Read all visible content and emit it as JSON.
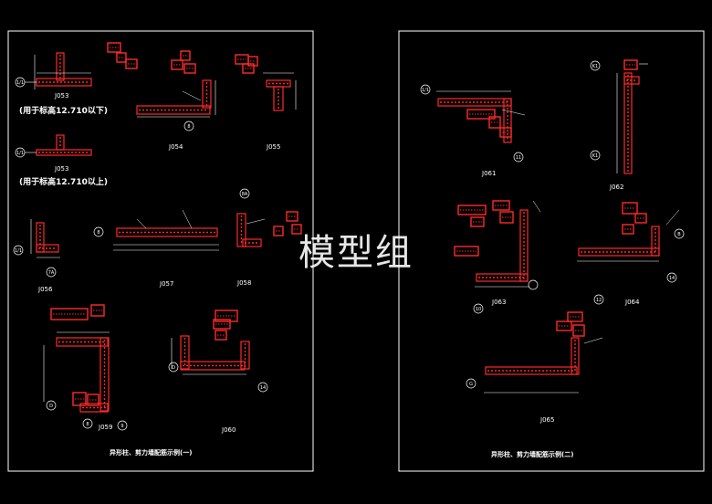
{
  "sheets": [
    {
      "title": "异形柱、剪力墙配筋示例(一)",
      "labels": {
        "j053a": "J053",
        "note_below": "(用于标高12.710以下)",
        "j053b": "J053",
        "note_above": "(用于标高12.710以上)",
        "j054": "J054",
        "j055": "J055",
        "j056": "J056",
        "j057": "J057",
        "j058": "J058",
        "j059": "J059",
        "j060": "J060"
      },
      "axis_tags": [
        "1/1",
        "8",
        "1/1",
        "1/1",
        "8",
        "7A",
        "D",
        "14",
        "D",
        "8",
        "9",
        "8A"
      ]
    },
    {
      "title": "异形柱、剪力墙配筋示例(二)",
      "labels": {
        "j061": "J061",
        "j062": "J062",
        "j063": "J063",
        "j064": "J064",
        "j065": "J065"
      },
      "axis_tags": [
        "1/1",
        "K1",
        "K1",
        "10",
        "12",
        "14",
        "B",
        "G",
        "11"
      ]
    }
  ],
  "watermark": "模型组",
  "colors": {
    "background": "#000000",
    "frame": "#ffffff",
    "dimension": "#ffffff",
    "rebar": "#ff2a2a",
    "wall": "#ff2a2a",
    "callout": "#ffffff"
  }
}
